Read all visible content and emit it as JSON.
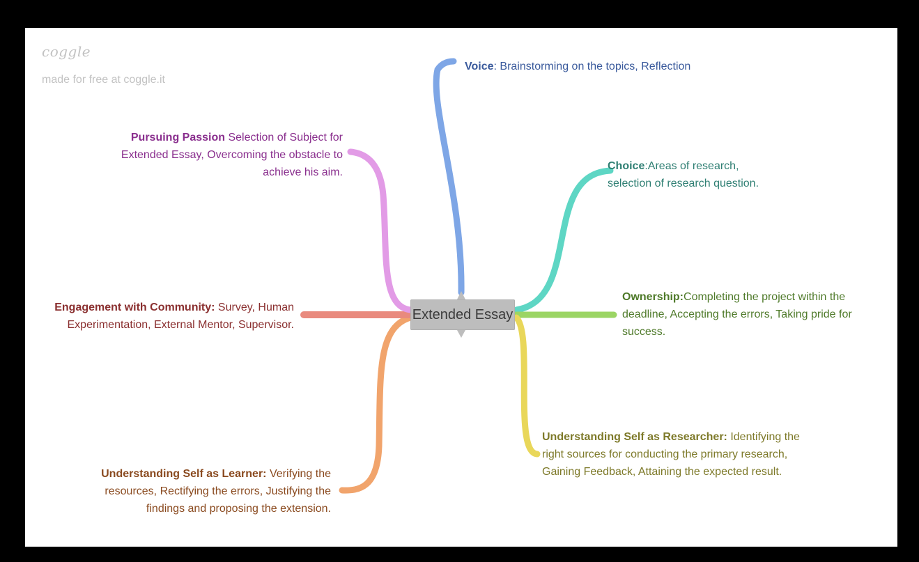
{
  "brand": {
    "logo": "coggle",
    "tagline": "made for free at coggle.it"
  },
  "center": {
    "label": "Extended Essay"
  },
  "branches": {
    "voice": {
      "title": "Voice",
      "text": ": Brainstorming on the topics, Reflection",
      "color": "#3a5a9c",
      "line_color": "#7ea6e6"
    },
    "choice": {
      "title": "Choice",
      "text": ":Areas of research, selection of research question.",
      "color": "#2f7f73",
      "line_color": "#5ed6c4"
    },
    "ownership": {
      "title": "Ownership:",
      "text": "Completing the project within the deadline, Accepting the errors, Taking pride for success.",
      "color": "#4f7a2a",
      "line_color": "#9bd564"
    },
    "researcher": {
      "title": "Understanding Self as Researcher:",
      "text": " Identifying the right sources for conducting the primary research, Gaining Feedback, Attaining the expected result.",
      "color": "#7e7a2a",
      "line_color": "#e9d75a"
    },
    "learner": {
      "title": "Understanding Self as Learner:",
      "text": " Verifying the resources, Rectifying the errors, Justifying the findings and proposing the extension.",
      "color": "#8a4a1f",
      "line_color": "#f1a46c"
    },
    "community": {
      "title": "Engagement with Community:",
      "text": " Survey, Human Experimentation, External Mentor, Supervisor.",
      "color": "#8a2f2f",
      "line_color": "#e98a7e"
    },
    "passion": {
      "title": "Pursuing Passion",
      "text": " Selection of Subject for Extended Essay, Overcoming the obstacle to achieve his aim.",
      "color": "#8a2f8e",
      "line_color": "#e29be6"
    }
  }
}
